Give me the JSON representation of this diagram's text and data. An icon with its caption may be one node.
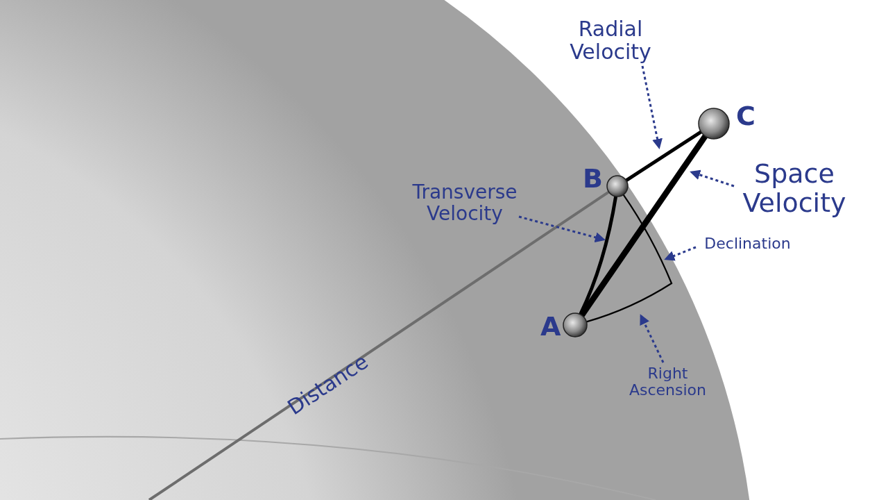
{
  "diagram": {
    "nodes": [
      {
        "text": [
          "A"
        ]
      },
      {
        "text": [
          "B"
        ]
      },
      {
        "text": [
          "C"
        ]
      },
      {
        "text": [
          "Radial Velocity"
        ]
      },
      {
        "text": [
          "Space Velocity"
        ]
      },
      {
        "text": [
          "Transverse Velocity"
        ]
      },
      {
        "text": [
          "Declination"
        ]
      },
      {
        "text": [
          "Right Ascension"
        ]
      }
    ],
    "edges": [
      {
        "from": 1,
        "to": 2,
        "arrow": "none",
        "color": "#000000"
      },
      {
        "from": 0,
        "to": 2,
        "arrow": "none",
        "style": "thick",
        "color": "#000000"
      },
      {
        "from": 0,
        "to": 1,
        "arrow": "none",
        "color": "#000000"
      },
      {
        "from": null,
        "to": 1,
        "arrow": "none",
        "label": "Distance",
        "color": "#6d6d6d"
      },
      {
        "from": 3,
        "to": null,
        "arrow": "to",
        "style": "dashed",
        "color": "#2b3a8c"
      },
      {
        "from": 4,
        "to": null,
        "arrow": "to",
        "style": "dashed",
        "color": "#2b3a8c"
      },
      {
        "from": 5,
        "to": null,
        "arrow": "to",
        "style": "dashed",
        "color": "#2b3a8c"
      },
      {
        "from": 6,
        "to": null,
        "arrow": "to",
        "style": "dashed",
        "color": "#2b3a8c"
      },
      {
        "from": 7,
        "to": null,
        "arrow": "to",
        "style": "dashed",
        "color": "#2b3a8c"
      },
      {
        "from": 1,
        "to": 0,
        "arrow": "none",
        "color": "#000000"
      }
    ]
  }
}
